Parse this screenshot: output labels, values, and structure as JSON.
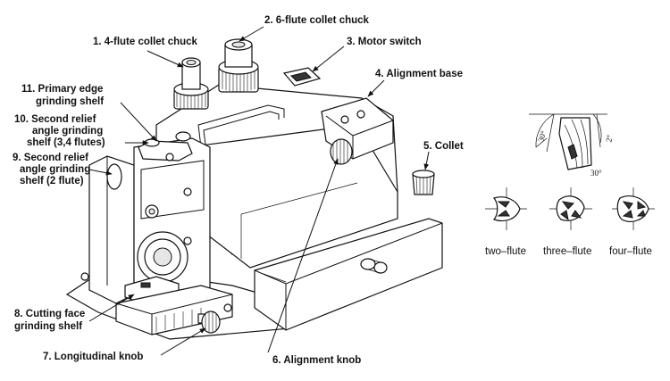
{
  "labels": {
    "l1": "1. 4-flute collet chuck",
    "l2": "2. 6-flute collet chuck",
    "l3": "3. Motor switch",
    "l4": "4. Alignment base",
    "l5": "5. Collet",
    "l6": "6. Alignment knob",
    "l7": "7. Longitudinal knob",
    "l8a": "8. Cutting face",
    "l8b": "grinding shelf",
    "l9a": "9. Second relief",
    "l9b": "angle grinding",
    "l9c": "shelf (2 flute)",
    "l10a": "10. Second relief",
    "l10b": "angle grinding",
    "l10c": "shelf (3,4 flutes)",
    "l11a": "11. Primary edge",
    "l11b": "grinding shelf"
  },
  "tool_detail": {
    "angle_left": "30°",
    "angle_right": "2°",
    "angle_bottom": "30°",
    "captions": [
      "two–flute",
      "three–flute",
      "four–flute"
    ]
  }
}
